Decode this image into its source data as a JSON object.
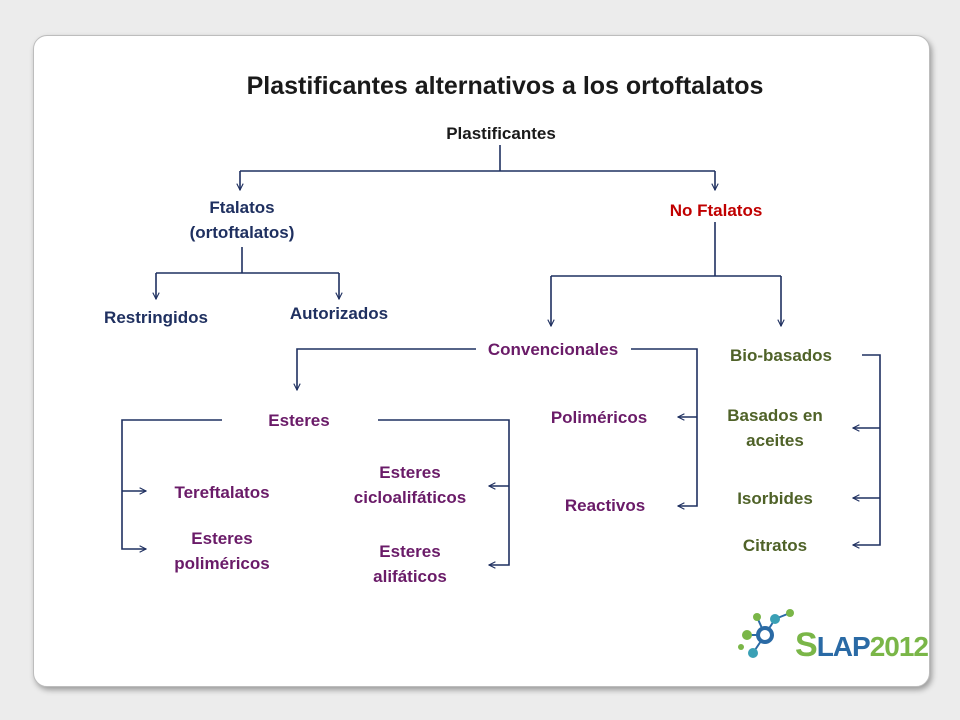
{
  "title": "Plastificantes alternativos a los ortoftalatos",
  "nodes": {
    "root": "Plastificantes",
    "ftalatos": "Ftalatos\n(ortoftalatos)",
    "no_ftalatos": "No Ftalatos",
    "restringidos": "Restringidos",
    "autorizados": "Autorizados",
    "convencionales": "Convencionales",
    "bio_basados": "Bio-basados",
    "esteres": "Esteres",
    "polimericos": "Poliméricos",
    "reactivos": "Reactivos",
    "basados_aceites": "Basados en\naceites",
    "isorbides": "Isorbides",
    "citratos": "Citratos",
    "tereftalatos": "Tereftalatos",
    "esteres_polimericos": "Esteres\npoliméricos",
    "esteres_cicloalifaticos": "Esteres\ncicloalifáticos",
    "esteres_alifaticos": "Esteres\nalifáticos"
  },
  "logo": {
    "text_s": "S",
    "text_lap": "LAP",
    "text_year": "2012",
    "colors": {
      "green": "#7ab648",
      "blue": "#2a6aa5",
      "teal": "#3aa0b5"
    }
  },
  "colors": {
    "connector": "#1f3060",
    "navy": "#1f3060",
    "red": "#c00000",
    "purple": "#6a1b68",
    "green": "#4f6228"
  }
}
